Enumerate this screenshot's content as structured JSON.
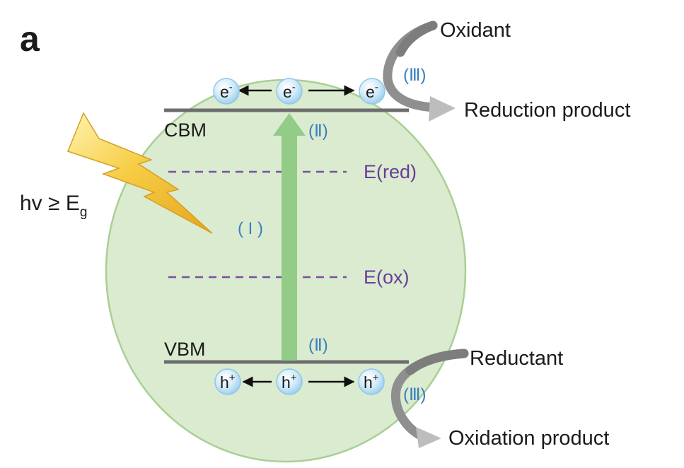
{
  "panel_label": "a",
  "photon_label": {
    "main": "hv ≥ E",
    "subscript": "g"
  },
  "band_edges": {
    "cbm": "CBM",
    "vbm": "VBM"
  },
  "potentials": {
    "red": "E(red)",
    "ox": "E(ox)"
  },
  "steps": {
    "one": "( I )",
    "two": "(Ⅱ)",
    "three": "(Ⅲ)"
  },
  "carriers": {
    "electron": "e",
    "electron_sup": "-",
    "hole": "h",
    "hole_sup": "+"
  },
  "species": {
    "oxidant": "Oxidant",
    "reduction_product": "Reduction product",
    "reductant": "Reductant",
    "oxidation_product": "Oxidation product"
  },
  "colors": {
    "particle_fill": "#dceefa",
    "particle_edge": "#8ec8ea",
    "band_line": "#6d6d6d",
    "dashed_line": "#7b4ea6",
    "excitation_arrow": "#93cc87",
    "step_label": "#3a7fc1",
    "bolt": "#f3c43a"
  },
  "icons": [
    "lightning-bolt-icon",
    "curved-arrow-icon"
  ]
}
